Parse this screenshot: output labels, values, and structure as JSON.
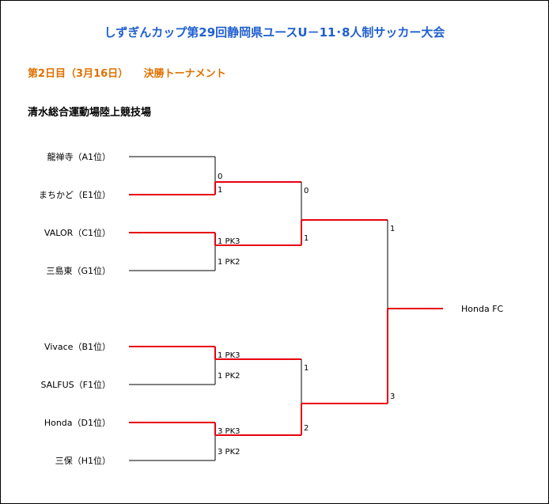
{
  "header": {
    "title": "しずぎんカップ第29回静岡県ユースU－11･8人制サッカー大会",
    "subtitle": "第2日目（3月16日）　　決勝トーナメント",
    "venue": "清水総合運動場陸上競技場"
  },
  "colors": {
    "title": "#1f5fd0",
    "subtitle": "#e07000",
    "winner_line": "#e8000f",
    "loser_line": "#000000"
  },
  "bracket": {
    "teams": [
      "龍禅寺（A1位）",
      "まちかど（E1位）",
      "VALOR（C1位）",
      "三島東（G1位）",
      "Vivace（B1位）",
      "SALFUS（F1位）",
      "Honda（D1位）",
      "三保（H1位）"
    ],
    "round1_scores": [
      "0",
      "1",
      "1 PK3",
      "1 PK2",
      "1 PK3",
      "1 PK2",
      "3 PK3",
      "3 PK2"
    ],
    "semifinal_scores": [
      "0",
      "1",
      "1",
      "2"
    ],
    "final_scores": [
      "1",
      "3"
    ],
    "champion": "Honda FC"
  }
}
